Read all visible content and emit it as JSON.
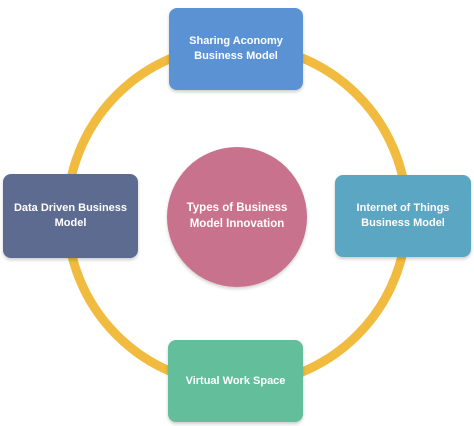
{
  "diagram": {
    "center": {
      "label": "Types of Business Model Innovation",
      "color": "#c8728e"
    },
    "ring_color": "#f0bb3e",
    "nodes": [
      {
        "id": "top",
        "label": "Sharing Aconomy Business Model",
        "color": "#5b92d4"
      },
      {
        "id": "left",
        "label": "Data Driven Business Model",
        "color": "#5e6b90"
      },
      {
        "id": "right",
        "label": "Internet of Things Business Model",
        "color": "#5aa6c3"
      },
      {
        "id": "bottom",
        "label": "Virtual Work Space",
        "color": "#63be9c"
      }
    ]
  }
}
